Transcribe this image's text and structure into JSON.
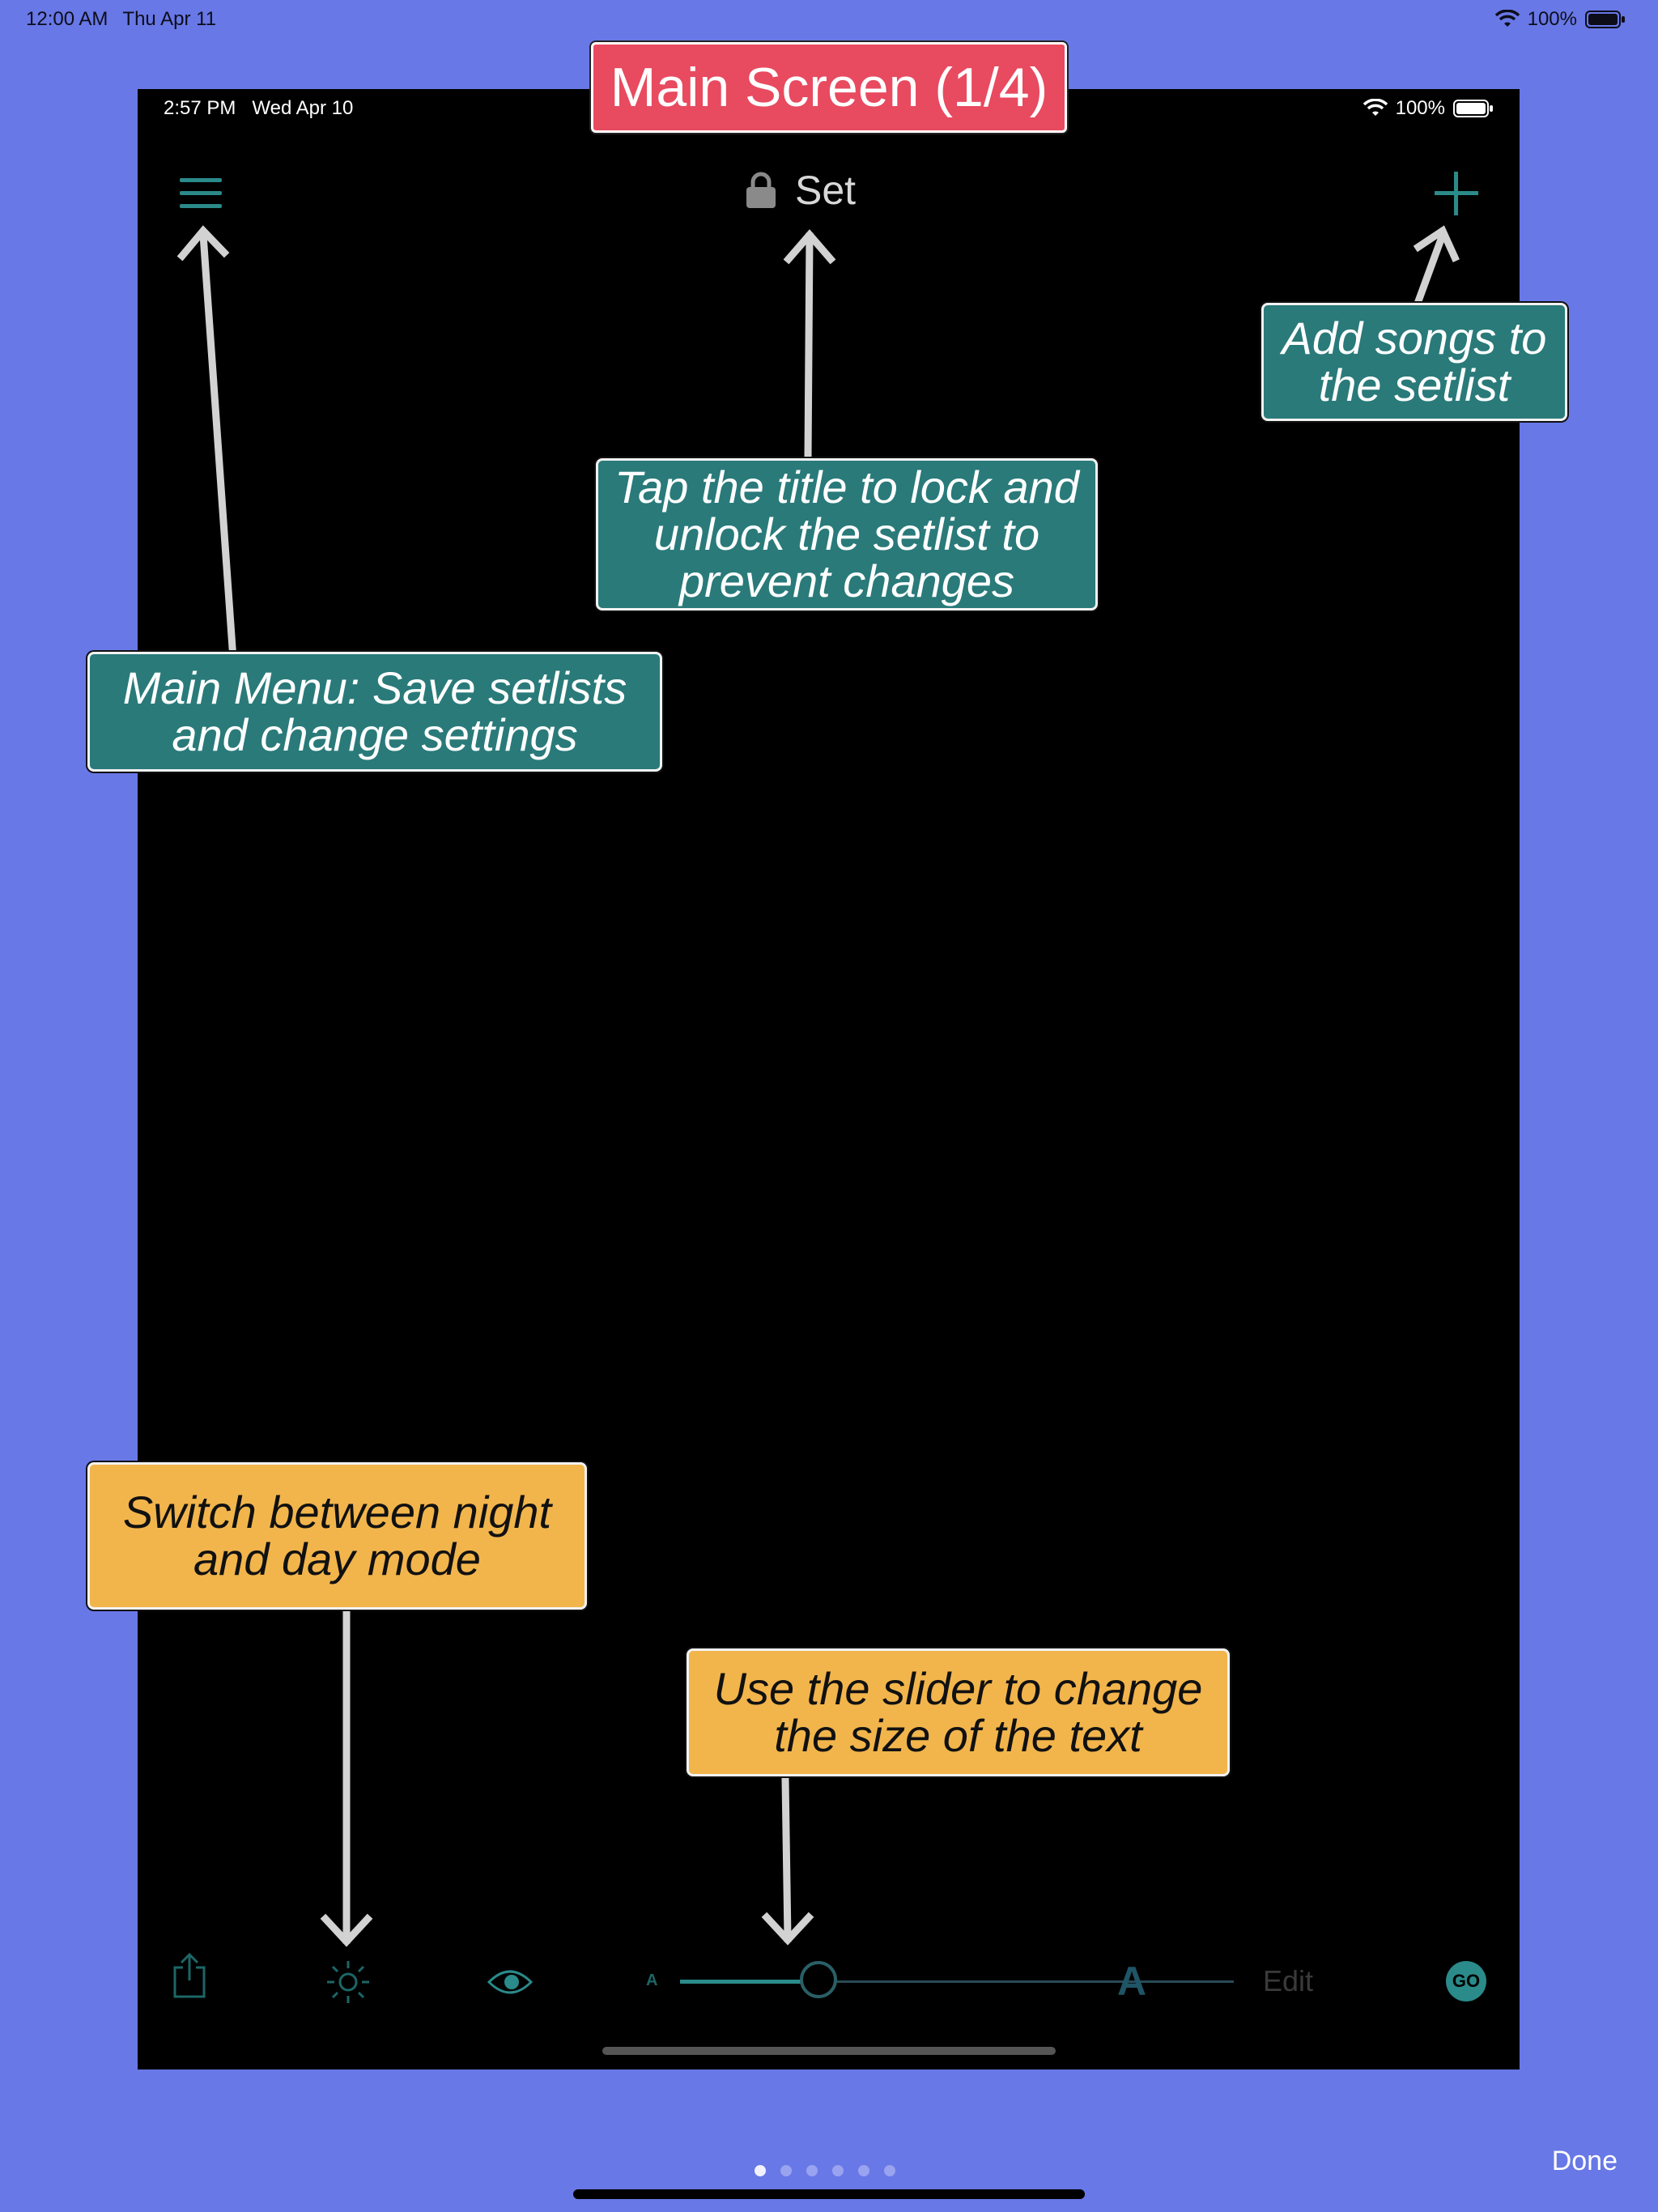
{
  "outer_status": {
    "time": "12:00 AM",
    "date": "Thu Apr 11",
    "battery": "100%"
  },
  "device_status": {
    "time": "2:57 PM",
    "date": "Wed Apr 10",
    "battery": "100%"
  },
  "banner": {
    "title": "Main Screen (1/4)",
    "color": "#e84a5f"
  },
  "nav": {
    "title": "Set",
    "lock_icon": "lock-icon",
    "menu_icon": "hamburger-menu-icon",
    "add_icon": "plus-icon"
  },
  "callouts": {
    "add_songs": "Add songs to the setlist",
    "lock_title": "Tap the title to lock and unlock the setlist to prevent changes",
    "main_menu": "Main Menu: Save setlists and change settings",
    "night_day": "Switch between night and day mode",
    "slider": "Use the slider to change the size of the text"
  },
  "toolbar": {
    "small_a": "A",
    "large_a": "A",
    "edit": "Edit",
    "go": "GO",
    "slider_value": 0.25,
    "accent": "#2b8a8a"
  },
  "pager": {
    "pages": 6,
    "current": 1,
    "done": "Done"
  }
}
